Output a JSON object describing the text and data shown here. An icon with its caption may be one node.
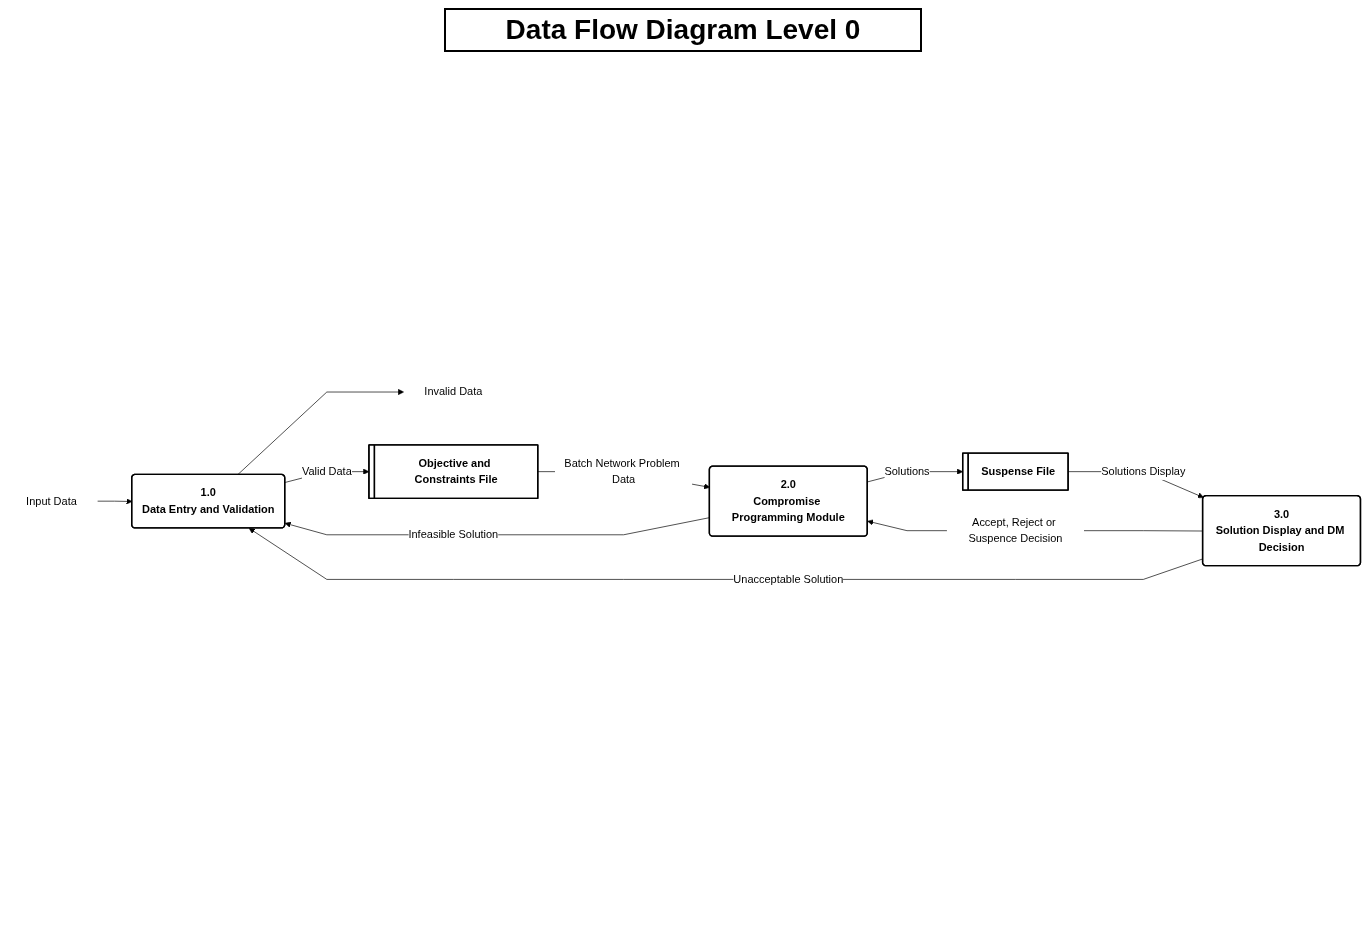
{
  "diagram": {
    "title": "Data Flow Diagram Level 0",
    "nodes": [
      {
        "text": [
          "Input Data"
        ]
      },
      {
        "text": [
          "1.0",
          "Data Entry and Validation"
        ]
      },
      {
        "text": [
          "Invalid Data"
        ]
      },
      {
        "text": [
          "Objective and Constraints File"
        ]
      },
      {
        "text": [
          "2.0",
          "Compromise Programming Module"
        ]
      },
      {
        "text": [
          "Suspense File"
        ]
      },
      {
        "text": [
          "3.0",
          "Solution Display and DM Decision"
        ]
      }
    ],
    "edges": [
      {
        "from": 0,
        "to": 1,
        "arrow": "to"
      },
      {
        "from": 1,
        "to": 2,
        "arrow": "to"
      },
      {
        "from": 1,
        "to": 3,
        "arrow": "to",
        "label": "Valid Data"
      },
      {
        "from": 3,
        "to": 4,
        "arrow": "to",
        "label": "Batch Network Problem Data"
      },
      {
        "from": 4,
        "to": 1,
        "arrow": "to",
        "label": "Infeasible Solution"
      },
      {
        "from": 4,
        "to": 5,
        "arrow": "to",
        "label": "Solutions"
      },
      {
        "from": 5,
        "to": 6,
        "arrow": "to",
        "label": "Solutions Display"
      },
      {
        "from": 6,
        "to": 4,
        "arrow": "to",
        "label": "Accept, Reject or Suspence Decision"
      },
      {
        "from": 6,
        "to": 1,
        "arrow": "to",
        "label": "Unacceptable Solution"
      }
    ]
  }
}
